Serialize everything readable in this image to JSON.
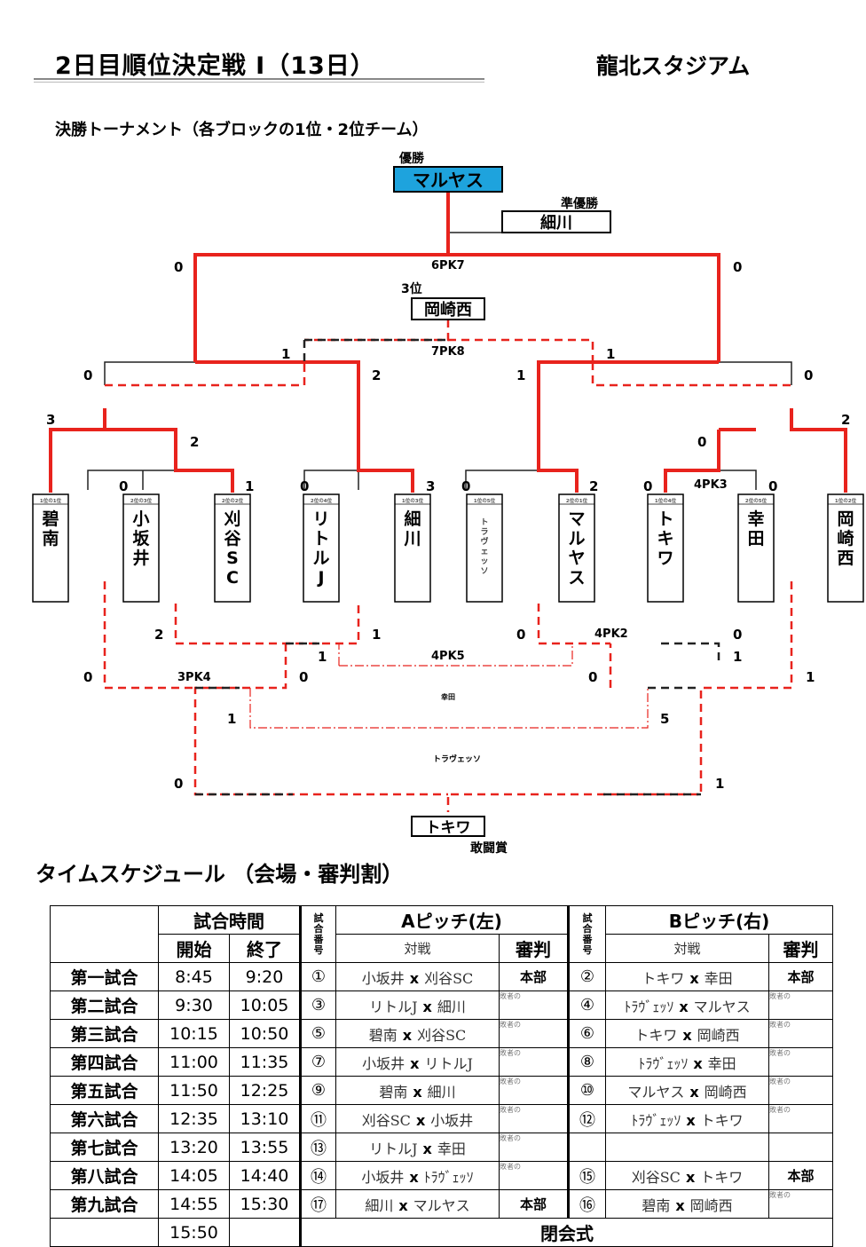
{
  "header": {
    "title": "2日目順位決定戦 Ⅰ（13日）",
    "venue": "龍北スタジアム",
    "bracket_title": "決勝トーナメント（各ブロックの1位・2位チーム）"
  },
  "bracket": {
    "champion_label": "優勝",
    "champion": "マルヤス",
    "runner_up_label": "準優勝",
    "runner_up": "細川",
    "third_label": "3位",
    "third": "岡崎西",
    "fighting_spirit": "トキワ",
    "fighting_spirit_label": "敢闘賞",
    "teams": [
      {
        "name": "碧南",
        "seed": "1位の1位"
      },
      {
        "name": "小坂井",
        "seed": "2位の3位"
      },
      {
        "name": "刈谷SC",
        "seed": "2位の2位"
      },
      {
        "name": "リトルJ",
        "seed": "2位の4位"
      },
      {
        "name": "細川",
        "seed": "1位の3位"
      },
      {
        "name": "トラヴェッソ",
        "seed": "1位の5位"
      },
      {
        "name": "マルヤス",
        "seed": "2位の1位"
      },
      {
        "name": "トキワ",
        "seed": "1位の4位"
      },
      {
        "name": "幸田",
        "seed": "2位の5位"
      },
      {
        "name": "岡崎西",
        "seed": "1位の2位"
      }
    ],
    "scores": {
      "final_left": "0",
      "final_right": "0",
      "final_pk": "6PK7",
      "third_pk": "7PK8",
      "sf_left_l": "1",
      "sf_left_r": "2",
      "sf_right_l": "1",
      "sf_right_r": "1",
      "qf1_l": "0",
      "qf1_r": "0",
      "qf4_l": "0",
      "r1a_l": "3",
      "r1a_r": "2",
      "r1b_l": "0",
      "r1b_r": "1",
      "r1c_l": "0",
      "r1c_r": "3",
      "r1d_l": "0",
      "r1d_r": "2",
      "r1e_l": "0",
      "r1e_r": "0",
      "r1e_pk": "4PK3",
      "r1f_l": "0",
      "r1f_r": "2",
      "low_a": "2",
      "low_b": "1",
      "low_c": "0",
      "low_d": "4PK2",
      "low_e": "0",
      "low_f": "1",
      "low_g": "4PK5",
      "low_h": "1",
      "low_i": "0",
      "low_j": "3PK4",
      "low_k": "0",
      "low_l": "0",
      "low_m": "1",
      "low_n": "1",
      "low_o": "5",
      "low_p": "0",
      "low_q": "1",
      "koda": "幸田",
      "travesso": "トラヴェッソ"
    }
  },
  "schedule": {
    "title": "タイムスケジュール （会場・審判割）",
    "headers": {
      "game_time": "試合時間",
      "start": "開始",
      "end": "終了",
      "game_no": "試合番号",
      "pitch_a": "Aピッチ(左)",
      "pitch_b": "Bピッチ(右)",
      "match": "対戦",
      "referee": "審判"
    },
    "rows": [
      {
        "game": "第一試合",
        "start": "8:45",
        "end": "9:20",
        "a_no": "①",
        "a_home": "小坂井",
        "a_away": "刈谷SC",
        "a_ref": "本部",
        "b_no": "②",
        "b_home": "トキワ",
        "b_away": "幸田",
        "b_ref": "本部"
      },
      {
        "game": "第二試合",
        "start": "9:30",
        "end": "10:05",
        "a_no": "③",
        "a_home": "リトルJ",
        "a_away": "細川",
        "a_ref": "敗者の",
        "b_no": "④",
        "b_home": "ﾄﾗｳﾞｪｯｿ",
        "b_away": "マルヤス",
        "b_ref": "敗者の"
      },
      {
        "game": "第三試合",
        "start": "10:15",
        "end": "10:50",
        "a_no": "⑤",
        "a_home": "碧南",
        "a_away": "刈谷SC",
        "a_ref": "敗者の",
        "b_no": "⑥",
        "b_home": "トキワ",
        "b_away": "岡崎西",
        "b_ref": "敗者の"
      },
      {
        "game": "第四試合",
        "start": "11:00",
        "end": "11:35",
        "a_no": "⑦",
        "a_home": "小坂井",
        "a_away": "リトルJ",
        "a_ref": "敗者の",
        "b_no": "⑧",
        "b_home": "ﾄﾗｳﾞｪｯｿ",
        "b_away": "幸田",
        "b_ref": "敗者の"
      },
      {
        "game": "第五試合",
        "start": "11:50",
        "end": "12:25",
        "a_no": "⑨",
        "a_home": "碧南",
        "a_away": "細川",
        "a_ref": "敗者の",
        "b_no": "⑩",
        "b_home": "マルヤス",
        "b_away": "岡崎西",
        "b_ref": "敗者の"
      },
      {
        "game": "第六試合",
        "start": "12:35",
        "end": "13:10",
        "a_no": "⑪",
        "a_home": "刈谷SC",
        "a_away": "小坂井",
        "a_ref": "敗者の",
        "b_no": "⑫",
        "b_home": "ﾄﾗｳﾞｪｯｿ",
        "b_away": "トキワ",
        "b_ref": "敗者の"
      },
      {
        "game": "第七試合",
        "start": "13:20",
        "end": "13:55",
        "a_no": "⑬",
        "a_home": "リトルJ",
        "a_away": "幸田",
        "a_ref": "敗者の",
        "b_no": "",
        "b_home": "",
        "b_away": "",
        "b_ref": ""
      },
      {
        "game": "第八試合",
        "start": "14:05",
        "end": "14:40",
        "a_no": "⑭",
        "a_home": "小坂井",
        "a_away": "ﾄﾗｳﾞｪｯｿ",
        "a_ref": "敗者の",
        "b_no": "⑮",
        "b_home": "刈谷SC",
        "b_away": "トキワ",
        "b_ref": "本部"
      },
      {
        "game": "第九試合",
        "start": "14:55",
        "end": "15:30",
        "a_no": "⑰",
        "a_home": "細川",
        "a_away": "マルヤス",
        "a_ref": "本部",
        "b_no": "⑯",
        "b_home": "碧南",
        "b_away": "岡崎西",
        "b_ref": "敗者の"
      }
    ],
    "vs_mark": "x",
    "closing_time": "15:50",
    "closing": "閉会式"
  }
}
